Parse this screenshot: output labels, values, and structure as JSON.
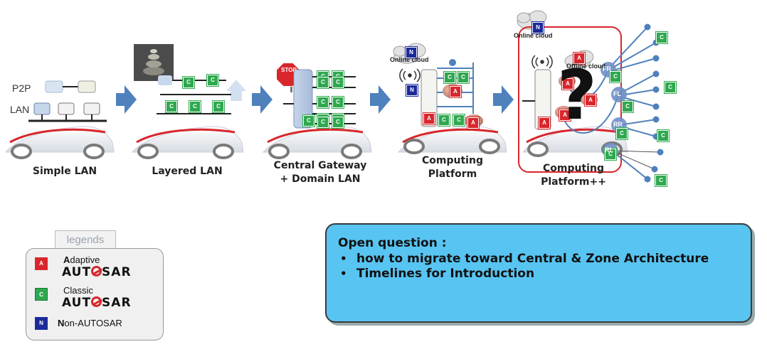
{
  "stages": [
    {
      "label": "Simple LAN"
    },
    {
      "label": "Layered LAN"
    },
    {
      "label_line1": "Central Gateway",
      "label_line2": "+ Domain LAN"
    },
    {
      "label_line1": "Computing",
      "label_line2": "Platform"
    },
    {
      "label_line1": "Computing",
      "label_line2": "Platform++"
    }
  ],
  "lan_labels": {
    "p2p": "P2P",
    "lan": "LAN"
  },
  "cloud_labels": {
    "online": "Online cloud",
    "offline": "Offline cloud"
  },
  "stop_sign": "STOP",
  "question_mark": "?",
  "zone_labels": [
    "FR",
    "FL",
    "RR",
    "RL"
  ],
  "badges": {
    "adaptive": "A",
    "classic": "C",
    "non_autosar": "N"
  },
  "legend": {
    "title": "legends",
    "adaptive_prefix": "A",
    "adaptive_rest": "daptive",
    "classic_prefix": "C",
    "classic_rest": "lassic",
    "non_prefix": "N",
    "non_rest": "on-AUTOSAR",
    "autosar_a": "AUT",
    "autosar_b": "SAR"
  },
  "open_question": {
    "title": "Open question :",
    "items": [
      "how to migrate toward Central & Zone Architecture",
      "Timelines for Introduction"
    ]
  },
  "colors": {
    "adaptive": "#d8262c",
    "classic": "#2fa84f",
    "non_autosar": "#1b2a9a",
    "arrow": "#4f81bd",
    "question_bg": "#58c4f2",
    "frame": "#d8262c"
  }
}
